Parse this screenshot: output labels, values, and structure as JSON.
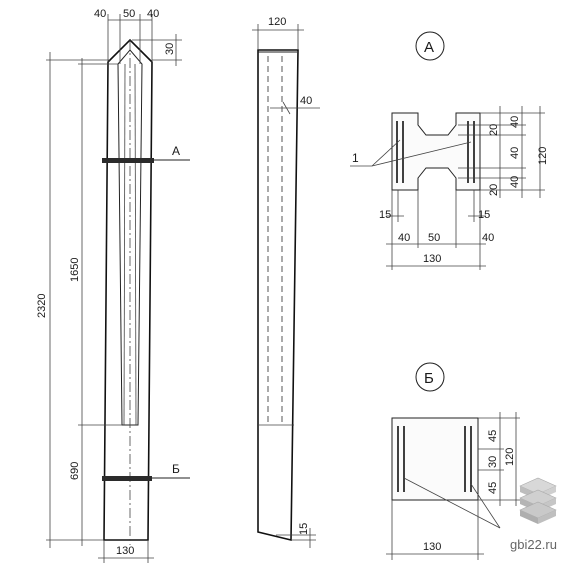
{
  "elevation": {
    "dims_top": [
      "40",
      "50",
      "40"
    ],
    "dim_tip": "30",
    "dim_total": "2320",
    "dim_upper": "1650",
    "dim_lower": "690",
    "dim_bottom": "130",
    "section_a_mark": "А",
    "section_b_mark": "Б"
  },
  "side_view": {
    "dim_top": "120",
    "dim_offset": "40",
    "dim_bottom": "15"
  },
  "section_a": {
    "title": "А",
    "callout": "1",
    "dims_right": [
      "20",
      "40",
      "40",
      "40",
      "20"
    ],
    "dim_total_right": "120",
    "dims_bottom_small": [
      "15",
      "15"
    ],
    "dims_bottom": [
      "40",
      "50",
      "40"
    ],
    "dim_total_bottom": "130"
  },
  "section_b": {
    "title": "Б",
    "dims_right": [
      "45",
      "30",
      "45"
    ],
    "dim_total_right": "120",
    "dim_bottom": "130"
  },
  "watermark": {
    "text": "gbi22.ru"
  }
}
